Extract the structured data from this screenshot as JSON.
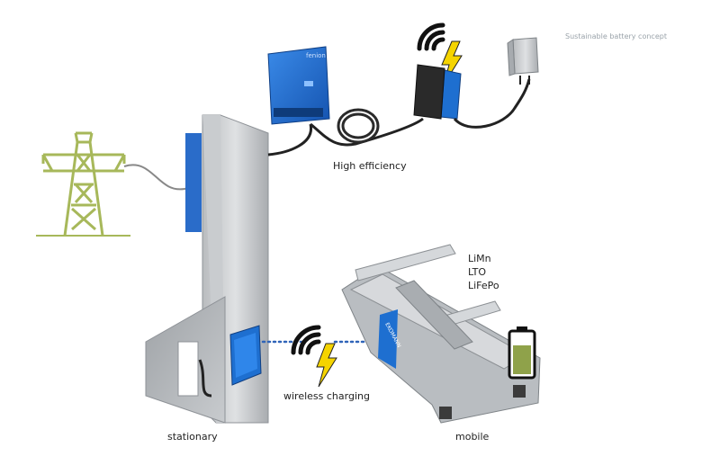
{
  "header": {
    "concept_label": "Sustainable battery concept"
  },
  "labels": {
    "high_efficiency": "High efficiency",
    "wireless_charging": "wireless charging",
    "stationary": "stationary",
    "mobile": "mobile"
  },
  "battery_types": [
    "LiMn",
    "LTO",
    "LiFePo"
  ],
  "devices": {
    "charger_brand": "fenion",
    "vehicle_brand": "EKOMANN"
  },
  "colors": {
    "grid_green": "#a7b85a",
    "device_blue": "#1e6fd0",
    "bolt_yellow": "#f5d400",
    "battery_fill": "#8fa24a",
    "link_dots": "#2f64b8"
  },
  "icons": [
    "power-pylon-icon",
    "wireless-signal-icon",
    "lightning-bolt-icon",
    "battery-icon"
  ]
}
